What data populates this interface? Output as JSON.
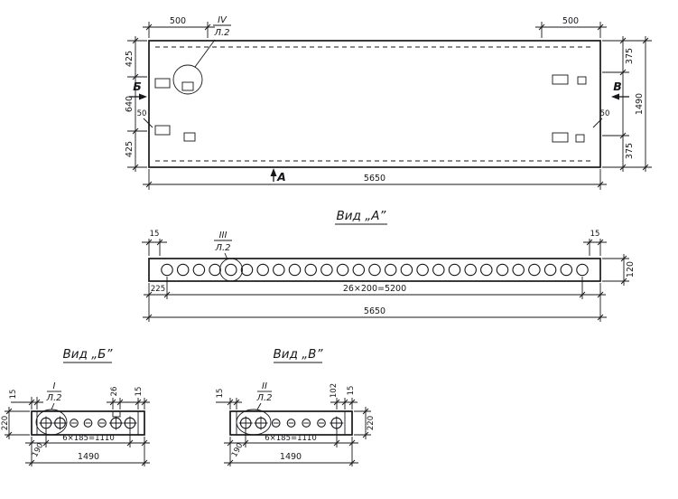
{
  "plan": {
    "dim_500_left": "500",
    "dim_500_right": "500",
    "dim_425_top": "425",
    "dim_640": "640",
    "dim_425_bottom": "425",
    "dim_375_top": "375",
    "dim_375_bottom": "375",
    "dim_1490": "1490",
    "dim_5650": "5650",
    "dim_50_left": "50",
    "dim_50_right": "50",
    "section_b": "Б",
    "section_v": "В",
    "section_a": "А",
    "detail_iv_num": "IV",
    "detail_iv_sheet": "Л.2"
  },
  "view_a": {
    "title": "Вид „А”",
    "hole_count": 27,
    "dim_15_left": "15",
    "dim_15_right": "15",
    "dim_120": "120",
    "dim_225": "225",
    "dim_spacing": "26×200=5200",
    "dim_total": "5650",
    "detail_iii_num": "III",
    "detail_iii_sheet": "Л.2"
  },
  "view_b": {
    "title": "Вид „Б”",
    "hole_count": 7,
    "dim_15_left": "15",
    "dim_26": "26",
    "dim_15_right": "15",
    "dim_220": "220",
    "dim_190": "190",
    "dim_spacing": "6×185=1110",
    "dim_total": "1490",
    "detail_i_num": "I",
    "detail_i_sheet": "Л.2"
  },
  "view_v": {
    "title": "Вид „В”",
    "hole_count": 7,
    "dim_15_left": "15",
    "dim_102": "102",
    "dim_15_right": "15",
    "dim_220": "220",
    "dim_190": "190",
    "dim_spacing": "6×185=1110",
    "dim_total": "1490",
    "detail_ii_num": "II",
    "detail_ii_sheet": "Л.2"
  }
}
